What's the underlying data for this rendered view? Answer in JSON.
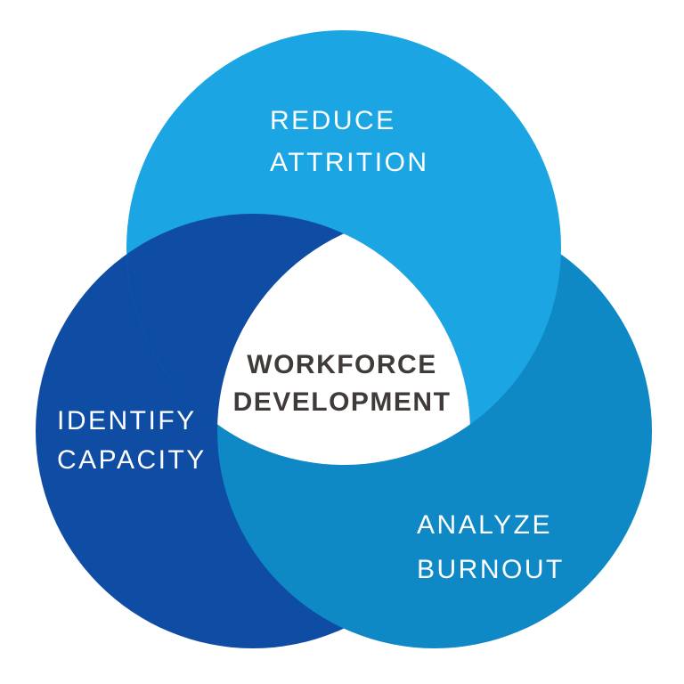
{
  "diagram": {
    "type": "venn-swirl",
    "title": {
      "line1": "WORKFORCE",
      "line2": "DEVELOPMENT"
    },
    "circles": [
      {
        "id": "top",
        "label_line1": "REDUCE",
        "label_line2": "ATTRITION",
        "color": "#1BA5E3"
      },
      {
        "id": "left",
        "label_line1": "IDENTIFY",
        "label_line2": "CAPACITY",
        "color": "#0F4CA4"
      },
      {
        "id": "right",
        "label_line1": "ANALYZE",
        "label_line2": "BURNOUT",
        "color": "#0F89C6"
      }
    ],
    "colors": {
      "background": "#FFFFFF",
      "center_hole": "#FFFFFF",
      "label_text": "#FFFFFF",
      "title_text": "#403B39"
    }
  }
}
